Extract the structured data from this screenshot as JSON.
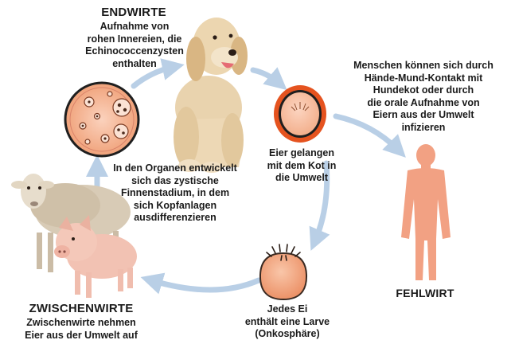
{
  "endwirte": {
    "heading": "ENDWIRTE",
    "text": "Aufnahme von\nrohen Innereien, die\nEchinococcenzysten\nenthalten"
  },
  "fehlwirt": {
    "intro": "Menschen können sich durch\nHände-Mund-Kontakt mit\nHundekot oder durch\ndie orale Aufnahme von\nEiern aus der Umwelt\ninfizieren",
    "heading": "FEHLWIRT"
  },
  "egg_stage": {
    "text": "Eier gelangen\nmit dem Kot in\ndie Umwelt"
  },
  "larva_stage": {
    "text": "Jedes Ei\nenthält eine Larve\n(Onkosphäre)"
  },
  "zwischenwirte": {
    "heading": "ZWISCHENWIRTE",
    "text": "Zwischenwirte nehmen\nEier aus der Umwelt auf"
  },
  "organ_stage": {
    "text": "In den Organen entwickelt\nsich das zystische\nFinnenstadium, in dem\nsich Kopfanlagen\nausdifferenzieren"
  },
  "colors": {
    "arrow": "#b9cfe6",
    "tissue": "#f0a27a",
    "egg_outer": "#e5531f",
    "human": "#f2a183"
  }
}
